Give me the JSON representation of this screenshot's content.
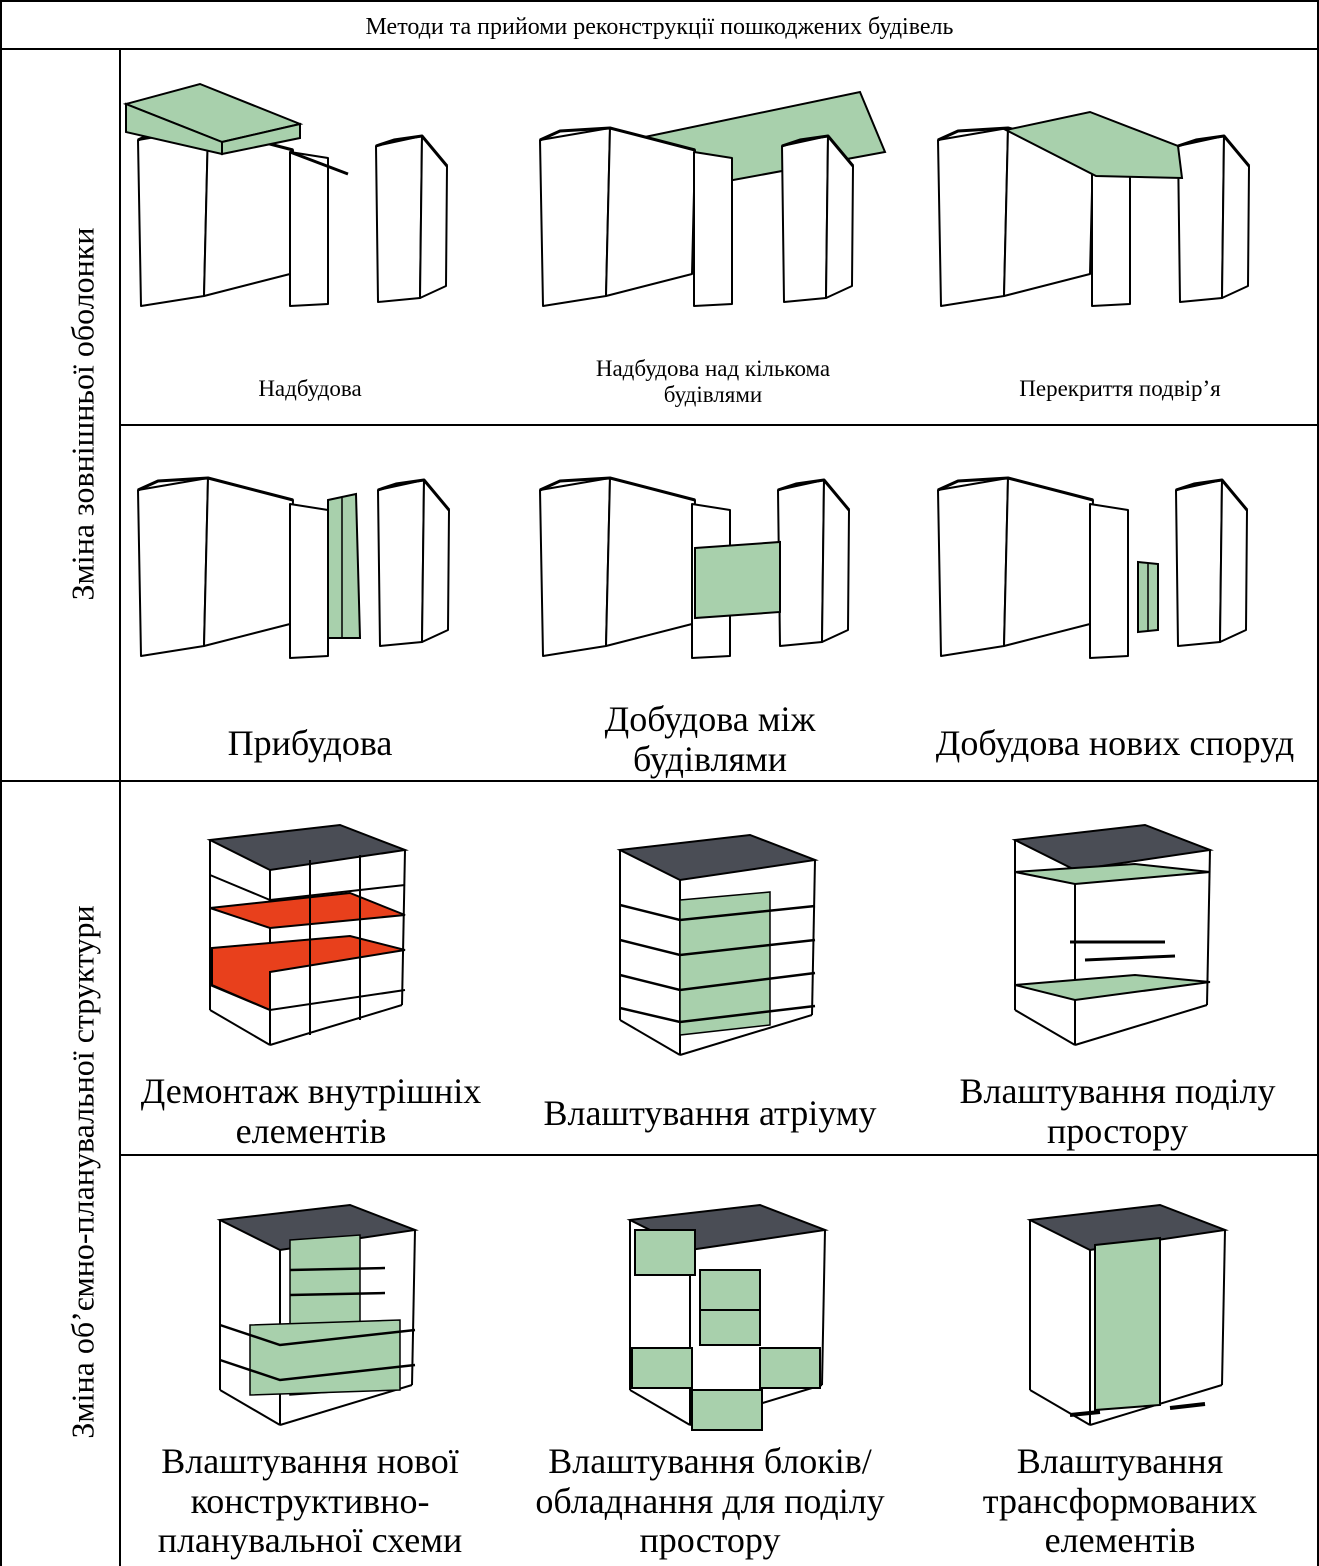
{
  "table": {
    "title": "Методи та прийоми реконструкції пошкоджених будівель",
    "sections": [
      {
        "label": "Зміна зовнішньої оболонки",
        "rows": [
          {
            "captions": [
              "Надбудова",
              "Надбудова над кількома будівлями",
              "Перекриття подвір’я"
            ]
          },
          {
            "captions": [
              "Прибудова",
              "Добудова між будівлями",
              "Добудова нових споруд"
            ]
          }
        ]
      },
      {
        "label": "Зміна об’ємно-планувальної структури",
        "rows": [
          {
            "captions": [
              "Демонтаж внутрішніх елементів",
              "Влаштування атріуму",
              "Влаштування поділу простору"
            ]
          },
          {
            "captions": [
              "Влаштування нової конструктивно-планувальної схеми",
              "Влаштування блоків/обладнання для поділу простору",
              "Влаштування трансформованих елементів"
            ]
          }
        ]
      }
    ]
  },
  "colors": {
    "accent_green": "#a8d0ac",
    "demolition_red": "#e8401c",
    "roof_dark": "#4a4d55"
  }
}
